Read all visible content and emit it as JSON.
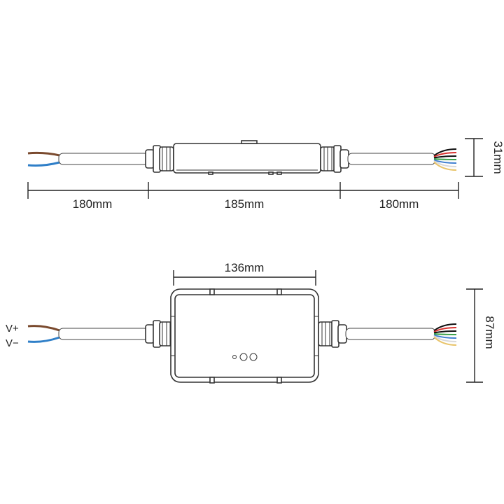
{
  "side_view": {
    "dim_left": "180mm",
    "dim_middle": "185mm",
    "dim_right": "180mm",
    "dim_height": "31mm"
  },
  "top_view": {
    "dim_width": "136mm",
    "dim_height": "87mm",
    "label_vplus": "V+",
    "label_vminus": "V−"
  },
  "colors": {
    "wire_brown": "#7a4a2e",
    "wire_blue": "#2f7fc8",
    "wire_black": "#111111",
    "wire_red": "#d8322f",
    "wire_green": "#3aa148",
    "wire_blue2": "#3f7fd0",
    "wire_white": "#d9d9d9",
    "wire_yellow": "#e8c46a"
  }
}
